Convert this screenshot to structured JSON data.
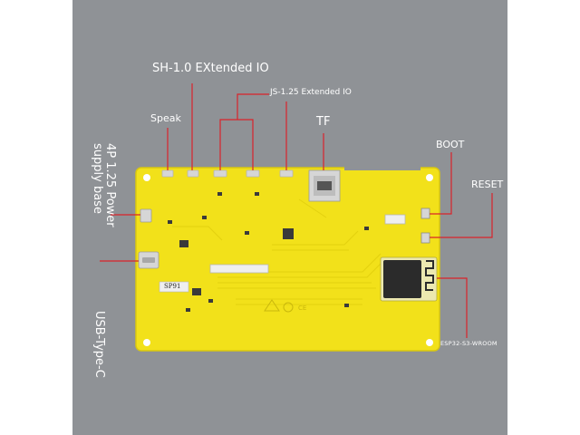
{
  "colors": {
    "background": "#ffffff",
    "panel": "#8f9296",
    "board": "#f2e11a",
    "board_edge": "#d9c70f",
    "leader": "#d9232b",
    "silver": "#d6d6d6",
    "label_text": "#ffffff"
  },
  "labels": {
    "sh_extended_io": "SH-1.0 EXtended IO",
    "js_extended_io": "JS-1.25 Extended IO",
    "speak": "Speak",
    "tf": "TF",
    "boot": "BOOT",
    "reset": "RESET",
    "power_base": "4P 1.25 Power supply base",
    "usb_type_c": "USB-Type-C",
    "esp32_module": "ESP32-S3-WROOM"
  },
  "board_marks": {
    "chip_marking": "SP91"
  }
}
